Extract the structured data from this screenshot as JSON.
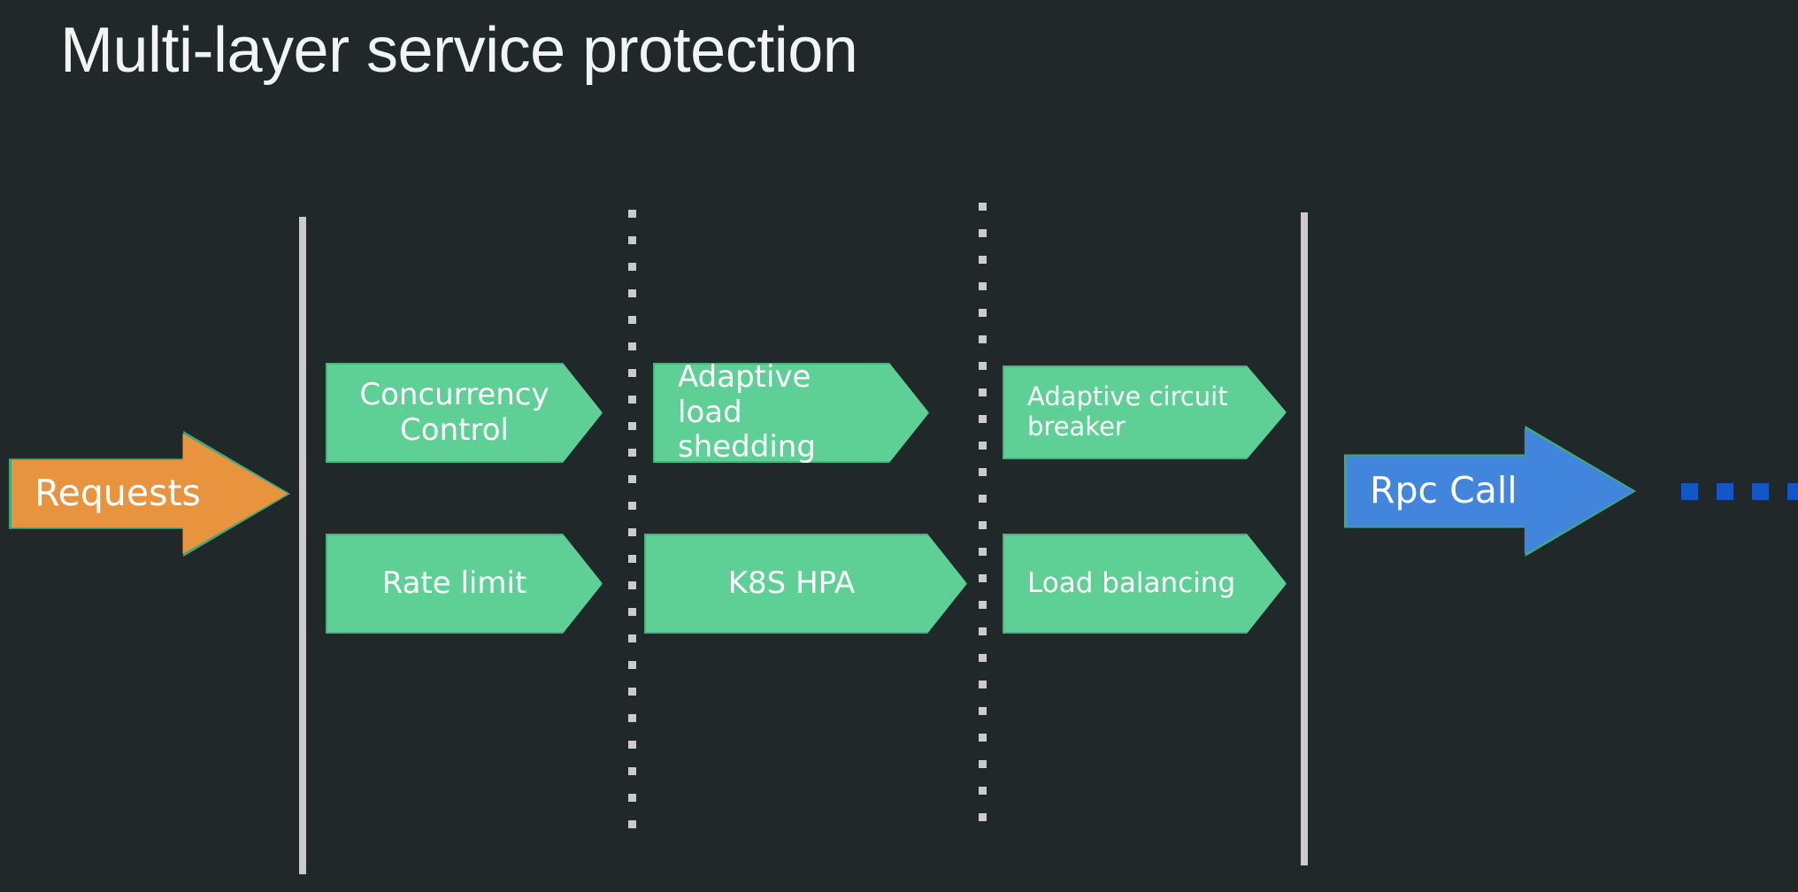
{
  "page": {
    "title": "Multi-layer service protection",
    "background_color": "#20282a",
    "title_color": "#f2f4f3"
  },
  "colors": {
    "green_fill": "#5ecf95",
    "green_border": "#4cb37f",
    "orange_fill": "#e8943f",
    "blue_fill": "#4285dc",
    "arrow_outline": "#3fa97c",
    "separator": "#cbcbcb",
    "trailing_dot": "#1356c8"
  },
  "flow": {
    "input": {
      "label": "Requests",
      "color": "#e8943f"
    },
    "output": {
      "label": "Rpc Call",
      "color": "#4285dc"
    },
    "trailing_dots_count": 4,
    "stages": [
      {
        "name": "stage-1",
        "separator_left": "solid",
        "separator_right": "dotted",
        "items": [
          {
            "label": "Concurrency\nControl",
            "align": "center",
            "font_size": 34
          },
          {
            "label": "Rate limit",
            "align": "center",
            "font_size": 34
          }
        ]
      },
      {
        "name": "stage-2",
        "separator_left": "dotted",
        "separator_right": "dotted",
        "items": [
          {
            "label": "Adaptive load\nshedding",
            "align": "left",
            "font_size": 34
          },
          {
            "label": "K8S HPA",
            "align": "center",
            "font_size": 34
          }
        ]
      },
      {
        "name": "stage-3",
        "separator_left": "dotted",
        "separator_right": "solid",
        "items": [
          {
            "label": "Adaptive circuit\nbreaker",
            "align": "left",
            "font_size": 29
          },
          {
            "label": "Load balancing",
            "align": "left",
            "font_size": 31
          }
        ]
      }
    ]
  }
}
